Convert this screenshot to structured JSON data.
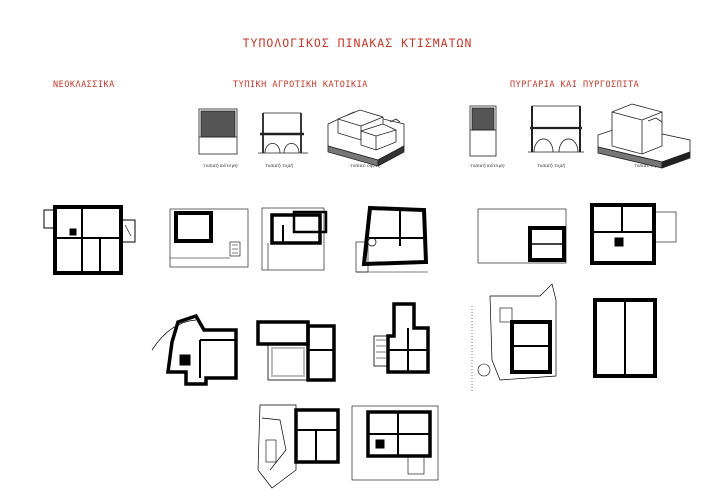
{
  "page": {
    "title": "ΤΥΠΟΛΟΓΙΚΟΣ ΠΙΝΑΚΑΣ ΚΤΙΣΜΑΤΩΝ"
  },
  "categories": {
    "neoclassical": "ΝΕΟΚΛΑΣΣΙΚΑ",
    "rural": "ΤΥΠΙΚΗ ΑΓΡΟΤΙΚΗ ΚΑΤΟΙΚΙΑ",
    "towers": "ΠΥΡΓΑΡΙΑ ΚΑΙ ΠΥΡΓΟΣΠΙΤΑ"
  },
  "captions": {
    "rural": [
      "τυπική κάτοψη",
      "τυπική τομή",
      "τυπικό όψεις"
    ],
    "towers": [
      "τυπική κάτοψη",
      "τυπική τομή",
      "τυπικό όψεις"
    ]
  }
}
